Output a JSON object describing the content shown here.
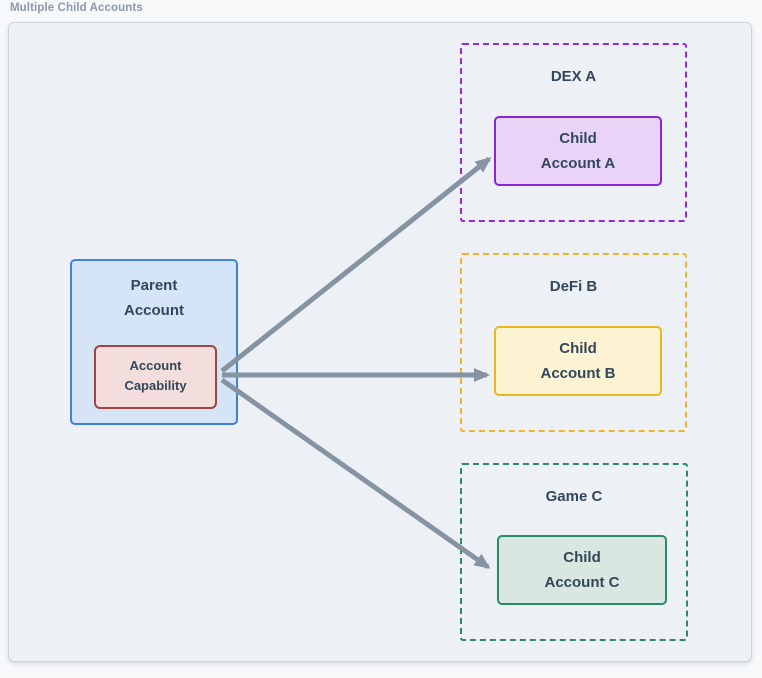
{
  "title": "Multiple Child Accounts",
  "diagram": {
    "parent_node": {
      "lines": [
        "Parent",
        "Account"
      ]
    },
    "capability_node": {
      "lines": [
        "Account",
        "Capability"
      ]
    },
    "groups": [
      {
        "label": "DEX A",
        "child_lines": [
          "Child",
          "Account A"
        ]
      },
      {
        "label": "DeFi B",
        "child_lines": [
          "Child",
          "Account B"
        ]
      },
      {
        "label": "Game C",
        "child_lines": [
          "Child",
          "Account C"
        ]
      }
    ],
    "arrows": [
      {
        "from": "account-capability",
        "to": "child-account-a"
      },
      {
        "from": "account-capability",
        "to": "child-account-b"
      },
      {
        "from": "account-capability",
        "to": "child-account-c"
      }
    ],
    "colors": {
      "panel_fill": "#edf1f6",
      "panel_border": "#ccd5de",
      "title_text": "#8b99a9",
      "node_text": "#33475b",
      "parent_fill": "#d5e5f7",
      "parent_border": "#3c83de",
      "capability_fill": "#f3dedd",
      "capability_border": "#a04341",
      "dex_a_border": "#9627e3",
      "child_a_fill": "#e9d4f8",
      "child_a_border": "#8b25da",
      "defi_b_border": "#f0b429",
      "child_b_fill": "#fcf3d3",
      "child_b_border": "#eab71f",
      "game_c_border": "#2b8a69",
      "child_c_fill": "#d8e7e0",
      "child_c_border": "#2a8a68",
      "arrow": "#8593a2"
    }
  }
}
